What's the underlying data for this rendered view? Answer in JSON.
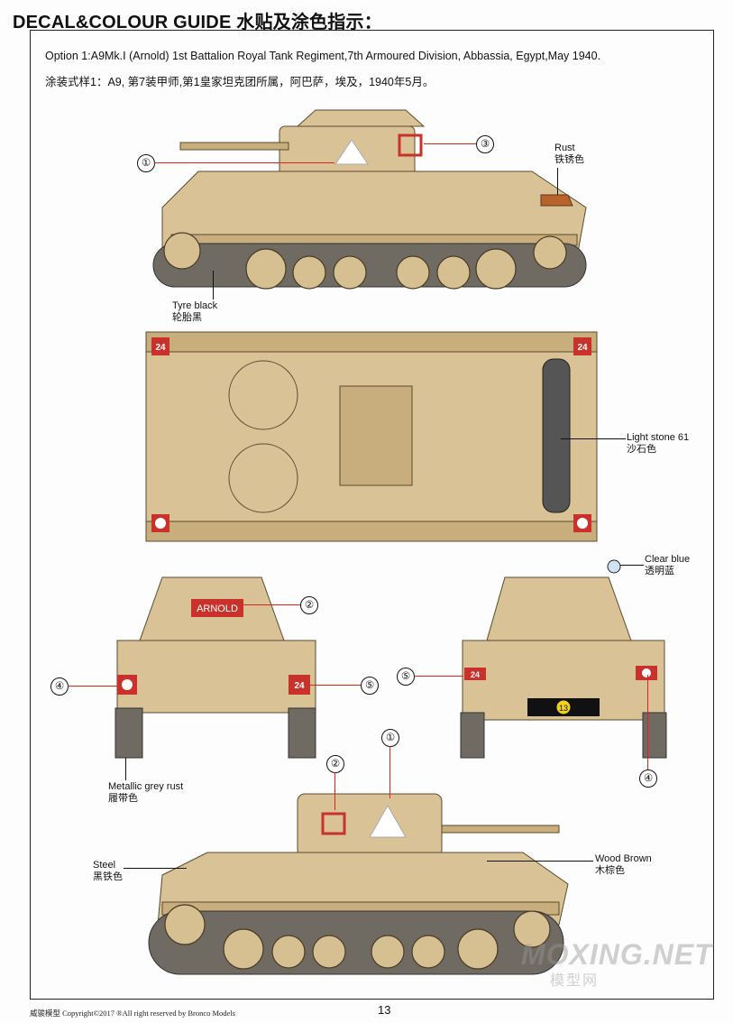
{
  "header": {
    "title": "DECAL&COLOUR GUIDE 水贴及涂色指示："
  },
  "option": {
    "english": "Option 1:A9Mk.I (Arnold) 1st Battalion Royal Tank Regiment,7th Armoured Division, Abbassia, Egypt,May 1940.",
    "chinese": "涂装式样1：A9, 第7装甲师,第1皇家坦克团所属，阿巴萨，埃及，1940年5月。"
  },
  "callouts": {
    "c1": "①",
    "c2": "②",
    "c3": "③",
    "c4": "④",
    "c5": "⑤"
  },
  "decals": {
    "name_plate": "ARNOLD",
    "number": "24",
    "rear_disc": "13"
  },
  "colors": {
    "rust": {
      "en": "Rust",
      "cn": "铁锈色"
    },
    "tyre_black": {
      "en": "Tyre black",
      "cn": "轮胎黑"
    },
    "light_stone": {
      "en": "Light stone 61",
      "cn": "沙石色"
    },
    "clear_blue": {
      "en": "Clear  blue",
      "cn": "透明蓝"
    },
    "metallic_grey_rust": {
      "en": "Metallic grey rust",
      "cn": "履带色"
    },
    "steel": {
      "en": "Steel",
      "cn": "黑铁色"
    },
    "wood_brown": {
      "en": "Wood Brown",
      "cn": "木棕色"
    }
  },
  "palette": {
    "light_stone": "#d9c295",
    "decal_red": "#c8322b",
    "track": "#6f6a62",
    "rust": "#b8632a"
  },
  "footer": {
    "copyright": "威骏模型  Copyright©2017  ®All right reserved by Bronco Models",
    "page_number": "13"
  },
  "watermark": {
    "main": "MOXING.NET",
    "sub": "模型网"
  }
}
